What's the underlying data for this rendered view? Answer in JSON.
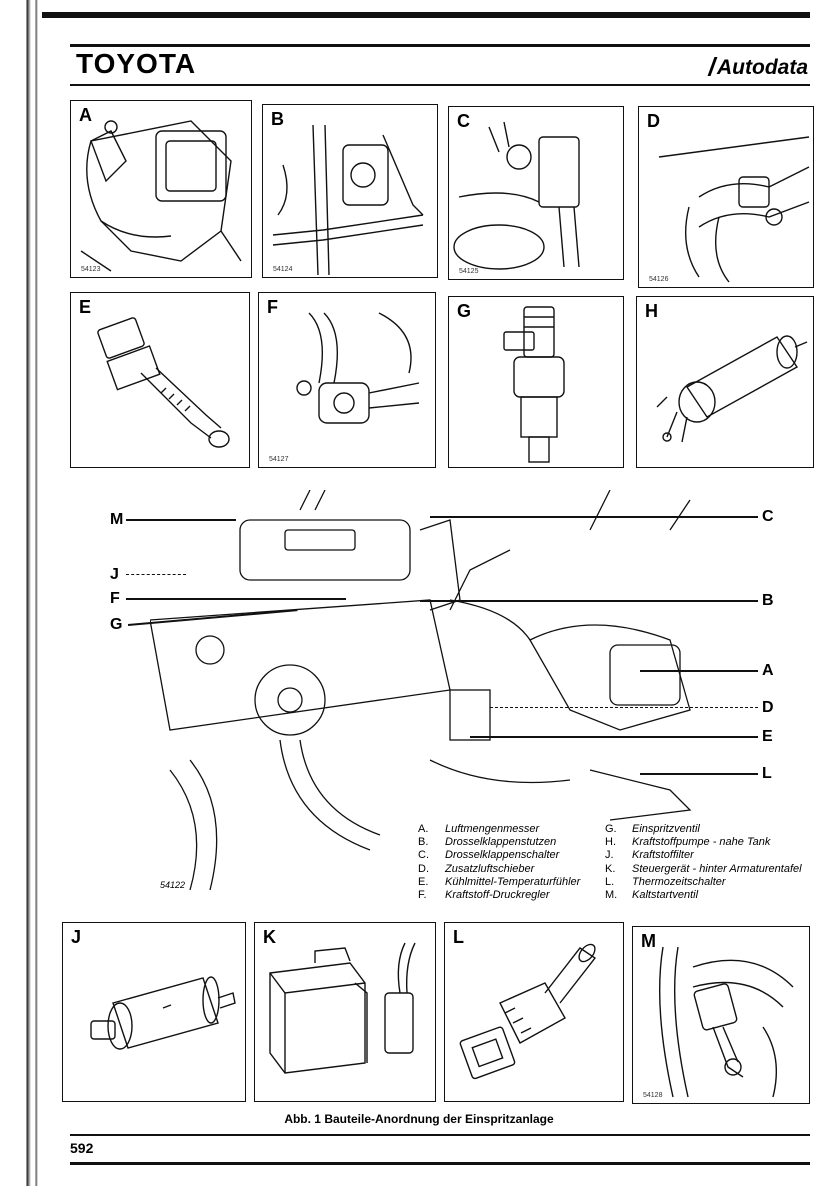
{
  "header": {
    "brand": "TOYOTA",
    "publisher": "Autodata"
  },
  "panels_top": [
    {
      "label": "A",
      "code": "54123"
    },
    {
      "label": "B",
      "code": "54124"
    },
    {
      "label": "C",
      "code": "54125"
    },
    {
      "label": "D",
      "code": "54126"
    },
    {
      "label": "E",
      "code": ""
    },
    {
      "label": "F",
      "code": "54127"
    },
    {
      "label": "G",
      "code": ""
    },
    {
      "label": "H",
      "code": ""
    }
  ],
  "main_figure": {
    "code": "54122",
    "callouts_left": [
      "M",
      "J",
      "F",
      "G"
    ],
    "callouts_right": [
      "C",
      "B",
      "A",
      "D",
      "E",
      "L"
    ]
  },
  "legend": [
    {
      "key": "A.",
      "text": "Luftmengenmesser"
    },
    {
      "key": "B.",
      "text": "Drosselklappenstutzen"
    },
    {
      "key": "C.",
      "text": "Drosselklappenschalter"
    },
    {
      "key": "D.",
      "text": "Zusatzluftschieber"
    },
    {
      "key": "E.",
      "text": "Kühlmittel-Temperaturfühler"
    },
    {
      "key": "F.",
      "text": "Kraftstoff-Druckregler"
    },
    {
      "key": "G.",
      "text": "Einspritzventil"
    },
    {
      "key": "H.",
      "text": "Kraftstoffpumpe - nahe Tank"
    },
    {
      "key": "J.",
      "text": "Kraftstoffilter"
    },
    {
      "key": "K.",
      "text": "Steuergerät - hinter Armaturentafel"
    },
    {
      "key": "L.",
      "text": "Thermozeitschalter"
    },
    {
      "key": "M.",
      "text": "Kaltstartventil"
    }
  ],
  "panels_bottom": [
    {
      "label": "J",
      "code": ""
    },
    {
      "label": "K",
      "code": ""
    },
    {
      "label": "L",
      "code": ""
    },
    {
      "label": "M",
      "code": "54128"
    }
  ],
  "caption": "Abb. 1 Bauteile-Anordnung der Einspritzanlage",
  "page_number": "592"
}
